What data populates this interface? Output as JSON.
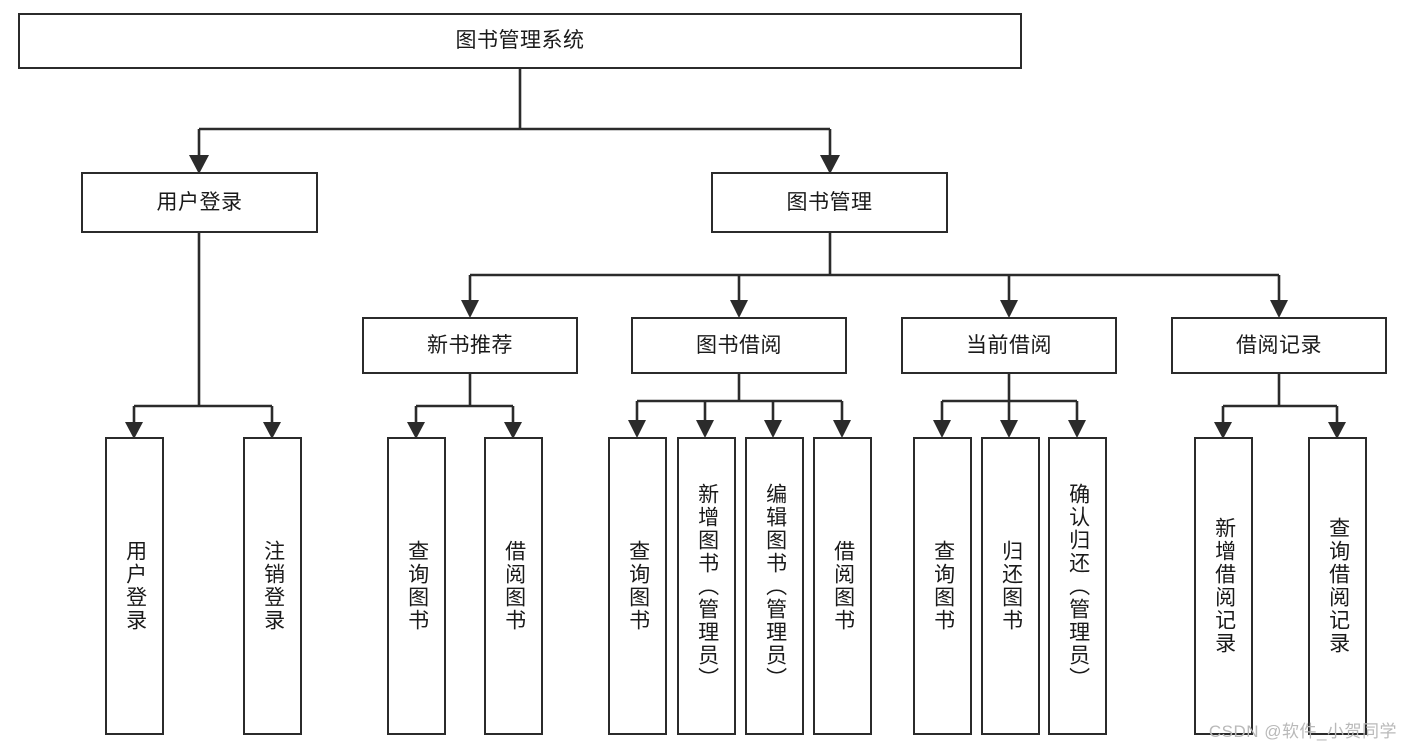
{
  "diagram": {
    "title": "图书管理系统",
    "type": "tree",
    "watermark": "CSDN @软件_小贺同学",
    "colors": {
      "box_border": "#2b2b2b",
      "box_fill": "#ffffff",
      "connector": "#2b2b2b",
      "text": "#1a1a1a",
      "watermark": "#b9b9b9",
      "background": "#ffffff"
    },
    "nodes": {
      "root": {
        "label": "图书管理系统",
        "level": 1,
        "orientation": "horizontal"
      },
      "l2_1": {
        "label": "用户登录",
        "level": 2,
        "orientation": "horizontal"
      },
      "l2_2": {
        "label": "图书管理",
        "level": 2,
        "orientation": "horizontal"
      },
      "l3_1": {
        "label": "新书推荐",
        "level": 3,
        "orientation": "horizontal"
      },
      "l3_2": {
        "label": "图书借阅",
        "level": 3,
        "orientation": "horizontal"
      },
      "l3_3": {
        "label": "当前借阅",
        "level": 3,
        "orientation": "horizontal"
      },
      "l3_4": {
        "label": "借阅记录",
        "level": 3,
        "orientation": "horizontal"
      },
      "leaf_1": {
        "label": "用户登录",
        "level": 4,
        "orientation": "vertical",
        "parent": "用户登录"
      },
      "leaf_2": {
        "label": "注销登录",
        "level": 4,
        "orientation": "vertical",
        "parent": "用户登录"
      },
      "leaf_3": {
        "label": "查询图书",
        "level": 4,
        "orientation": "vertical",
        "parent": "新书推荐"
      },
      "leaf_4": {
        "label": "借阅图书",
        "level": 4,
        "orientation": "vertical",
        "parent": "新书推荐"
      },
      "leaf_5": {
        "label": "查询图书",
        "level": 4,
        "orientation": "vertical",
        "parent": "图书借阅"
      },
      "leaf_6": {
        "label": "新增图书（管理员）",
        "level": 4,
        "orientation": "vertical",
        "parent": "图书借阅"
      },
      "leaf_7": {
        "label": "编辑图书（管理员）",
        "level": 4,
        "orientation": "vertical",
        "parent": "图书借阅"
      },
      "leaf_8": {
        "label": "借阅图书",
        "level": 4,
        "orientation": "vertical",
        "parent": "图书借阅"
      },
      "leaf_9": {
        "label": "查询图书",
        "level": 4,
        "orientation": "vertical",
        "parent": "当前借阅"
      },
      "leaf_10": {
        "label": "归还图书",
        "level": 4,
        "orientation": "vertical",
        "parent": "当前借阅"
      },
      "leaf_11": {
        "label": "确认归还（管理员）",
        "level": 4,
        "orientation": "vertical",
        "parent": "当前借阅"
      },
      "leaf_12": {
        "label": "新增借阅记录",
        "level": 4,
        "orientation": "vertical",
        "parent": "借阅记录"
      },
      "leaf_13": {
        "label": "查询借阅记录",
        "level": 4,
        "orientation": "vertical",
        "parent": "借阅记录"
      }
    }
  }
}
